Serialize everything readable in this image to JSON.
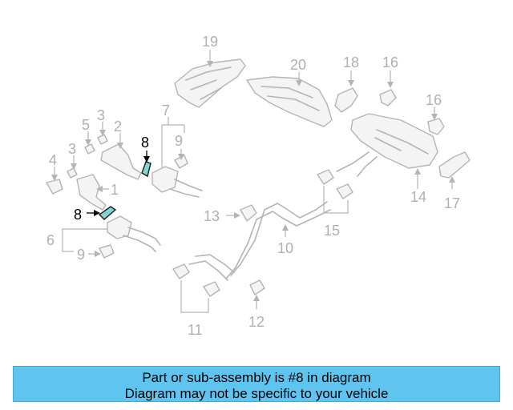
{
  "diagram": {
    "labels": {
      "n1": "1",
      "n2": "2",
      "n3a": "3",
      "n3b": "3",
      "n4": "4",
      "n5": "5",
      "n6": "6",
      "n7": "7",
      "n8a": "8",
      "n8b": "8",
      "n9a": "9",
      "n9b": "9",
      "n10": "10",
      "n11": "11",
      "n12": "12",
      "n13": "13",
      "n14": "14",
      "n15": "15",
      "n16a": "16",
      "n16b": "16",
      "n17": "17",
      "n18": "18",
      "n19": "19",
      "n20": "20"
    },
    "highlight_color": "#7fd6d0",
    "part_color": "#b4b4b4"
  },
  "banner": {
    "line1": "Part or sub-assembly is #8 in diagram",
    "line2": "Diagram may not be specific to your vehicle",
    "color": "#5ec4f0"
  }
}
